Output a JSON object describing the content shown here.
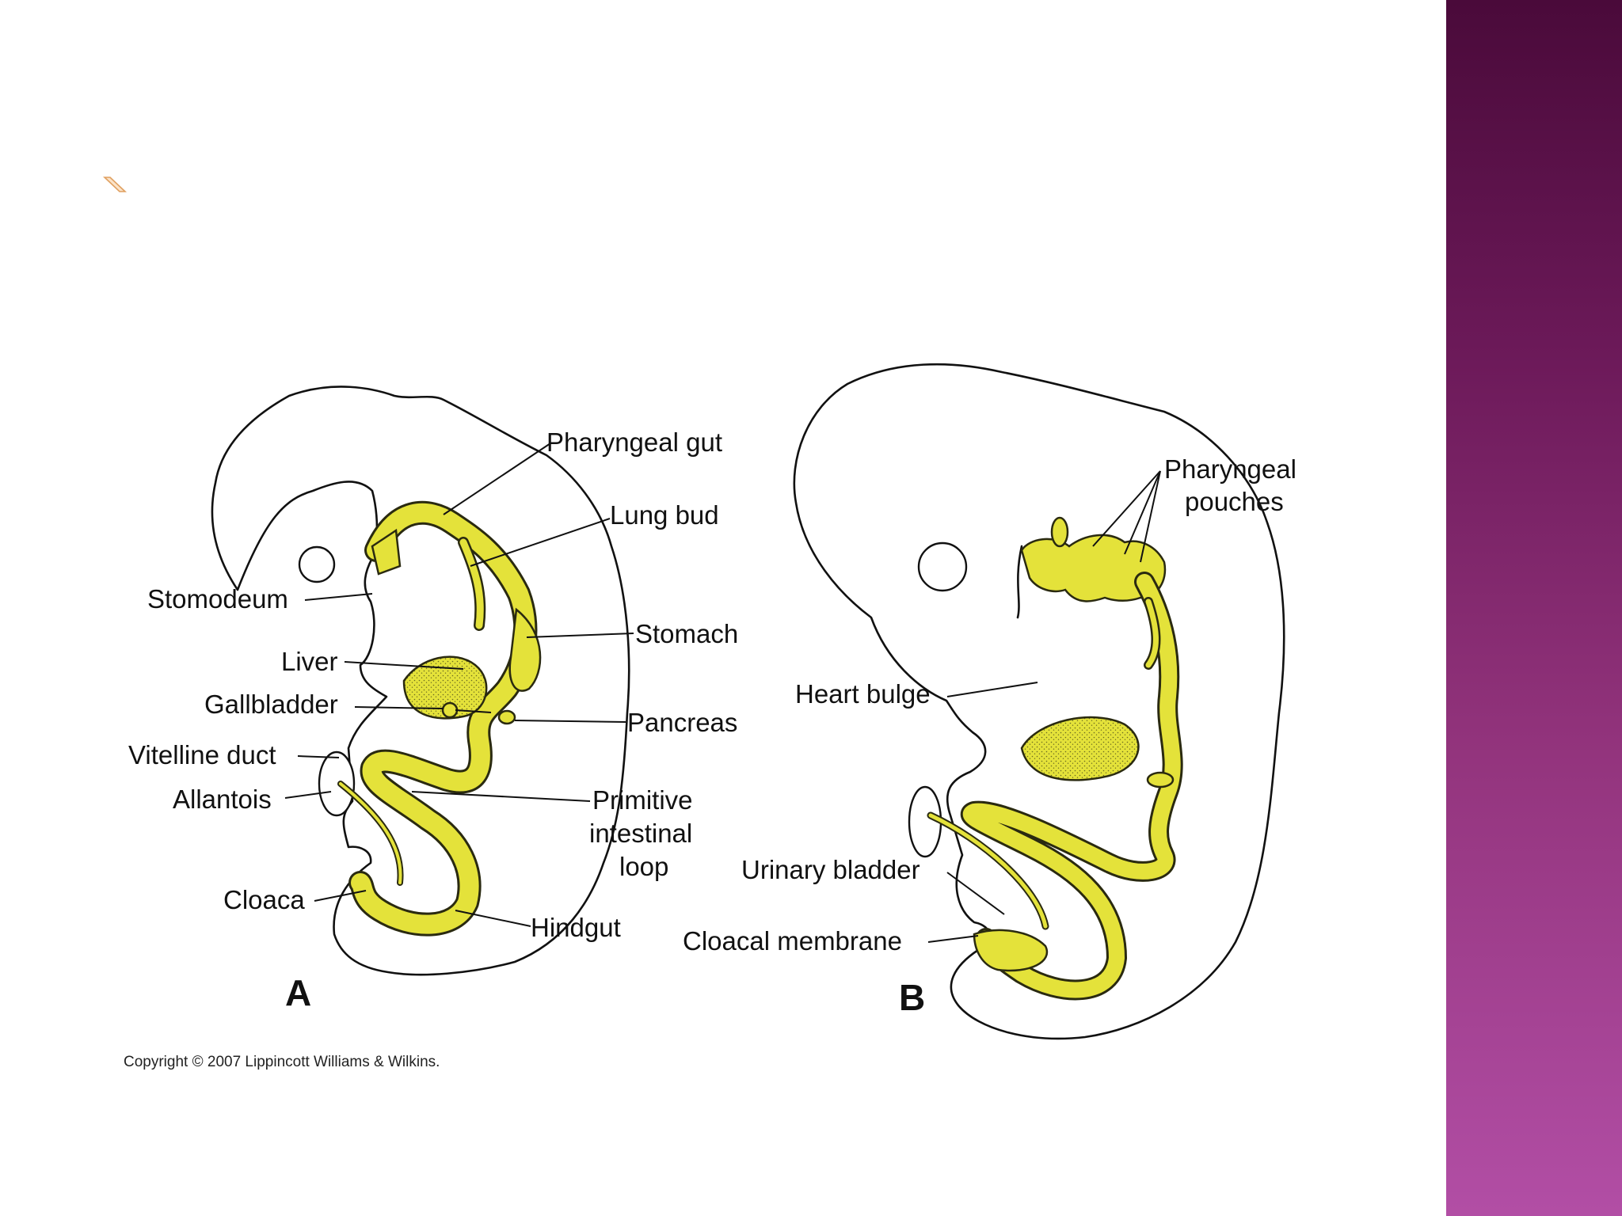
{
  "theme": {
    "sidebar_color_top": "#4a0a3a",
    "sidebar_color_bottom": "#b24ea5",
    "endoderm_color": "#e4e23a",
    "bullet_color": "#e0a060",
    "bullet_icon": "diagonal-bullet-icon"
  },
  "figure": {
    "panel_a": {
      "letter": "A",
      "labels": {
        "pharyngeal_gut": "Pharyngeal gut",
        "lung_bud": "Lung bud",
        "stomodeum": "Stomodeum",
        "stomach": "Stomach",
        "liver": "Liver",
        "gallbladder": "Gallbladder",
        "pancreas": "Pancreas",
        "vitelline_duct": "Vitelline duct",
        "allantois": "Allantois",
        "primitive_intestinal_loop": [
          "Primitive",
          "intestinal",
          "loop"
        ],
        "cloaca": "Cloaca",
        "hindgut": "Hindgut"
      }
    },
    "panel_b": {
      "letter": "B",
      "labels": {
        "pharyngeal_pouches": [
          "Pharyngeal",
          "pouches"
        ],
        "heart_bulge": "Heart bulge",
        "urinary_bladder": "Urinary bladder",
        "cloacal_membrane": "Cloacal membrane"
      }
    },
    "copyright": "Copyright © 2007 Lippincott Williams & Wilkins."
  }
}
